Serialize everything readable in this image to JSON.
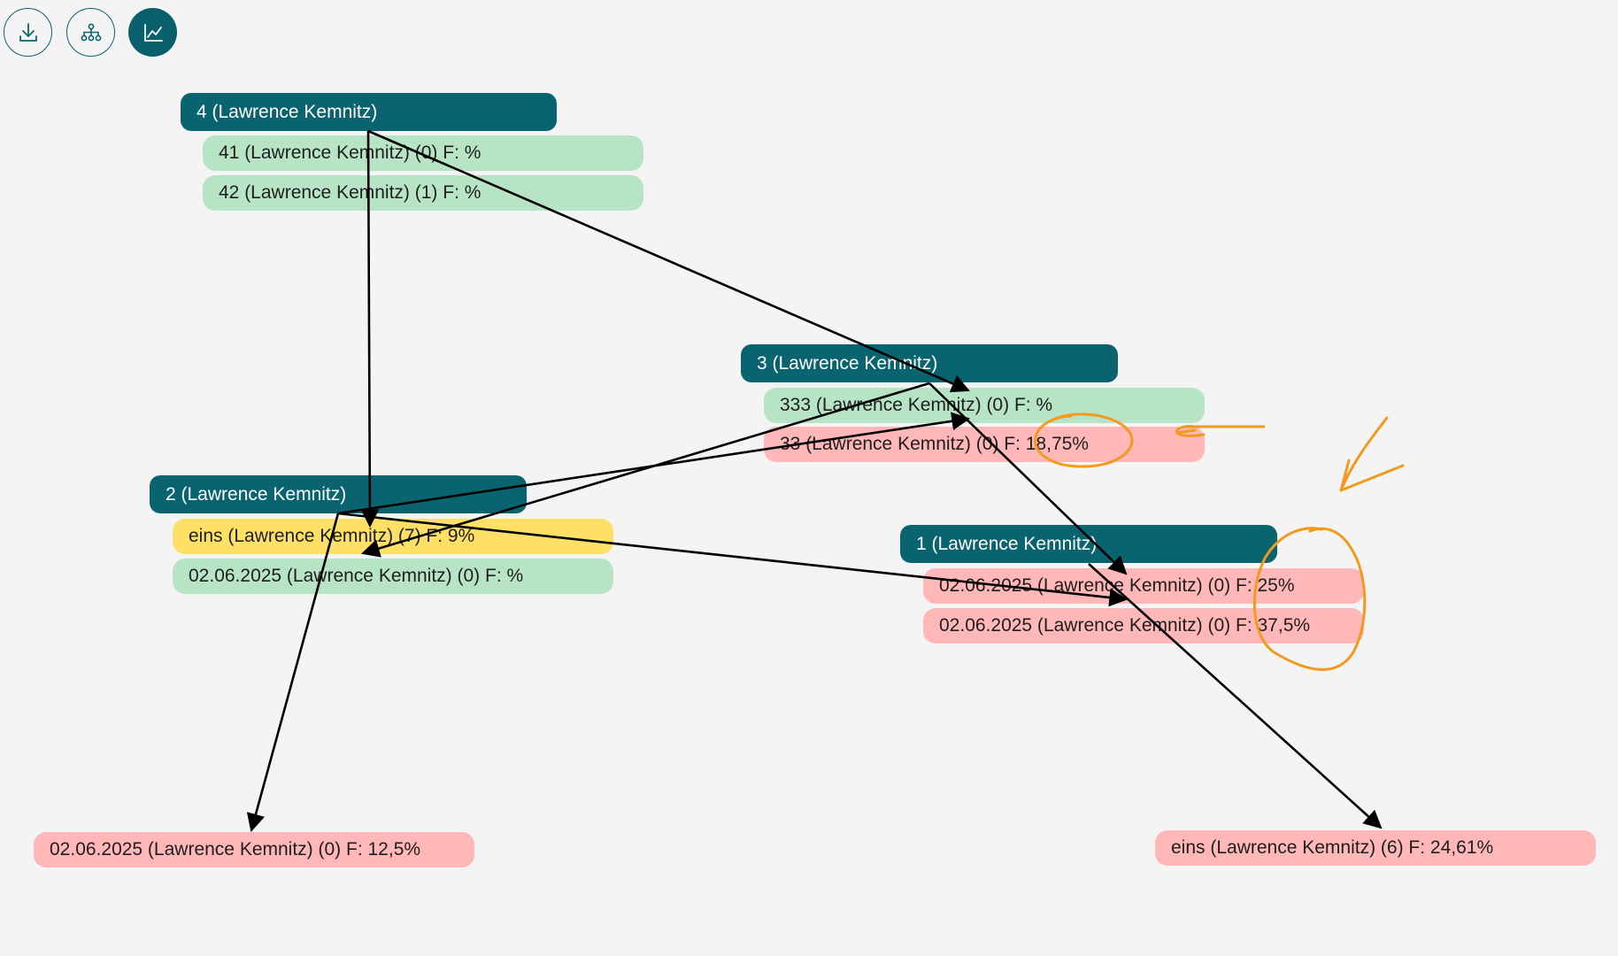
{
  "toolbar": {
    "download_icon": "download-icon",
    "hierarchy_icon": "hierarchy-icon",
    "chart_icon": "line-chart-icon"
  },
  "colors": {
    "header": "#0a6470",
    "ok": "#b8e4c6",
    "fail": "#ffb7b7",
    "warn": "#ffe066",
    "annotation": "#f39a1e",
    "arrow": "#000000"
  },
  "groups": {
    "g4": {
      "title": "4 (Lawrence Kemnitz)",
      "rows": [
        "41 (Lawrence Kemnitz) (0) F: %",
        "42 (Lawrence Kemnitz) (1) F: %"
      ]
    },
    "g3": {
      "title": "3 (Lawrence Kemnitz)",
      "rows": [
        "333 (Lawrence Kemnitz) (0) F: %",
        "33 (Lawrence Kemnitz) (0) F: 18,75%"
      ]
    },
    "g2": {
      "title": "2 (Lawrence Kemnitz)",
      "rows": [
        "eins (Lawrence Kemnitz) (7) F: 9%",
        "02.06.2025 (Lawrence Kemnitz) (0) F: %"
      ]
    },
    "g1": {
      "title": "1 (Lawrence Kemnitz)",
      "rows": [
        "02.06.2025 (Lawrence Kemnitz) (0) F: 25%",
        "02.06.2025 (Lawrence Kemnitz) (0) F: 37,5%"
      ]
    }
  },
  "standalone": {
    "bottom_left": "02.06.2025 (Lawrence Kemnitz) (0) F: 12,5%",
    "bottom_right": "eins (Lawrence Kemnitz) (6) F: 24,61%"
  }
}
